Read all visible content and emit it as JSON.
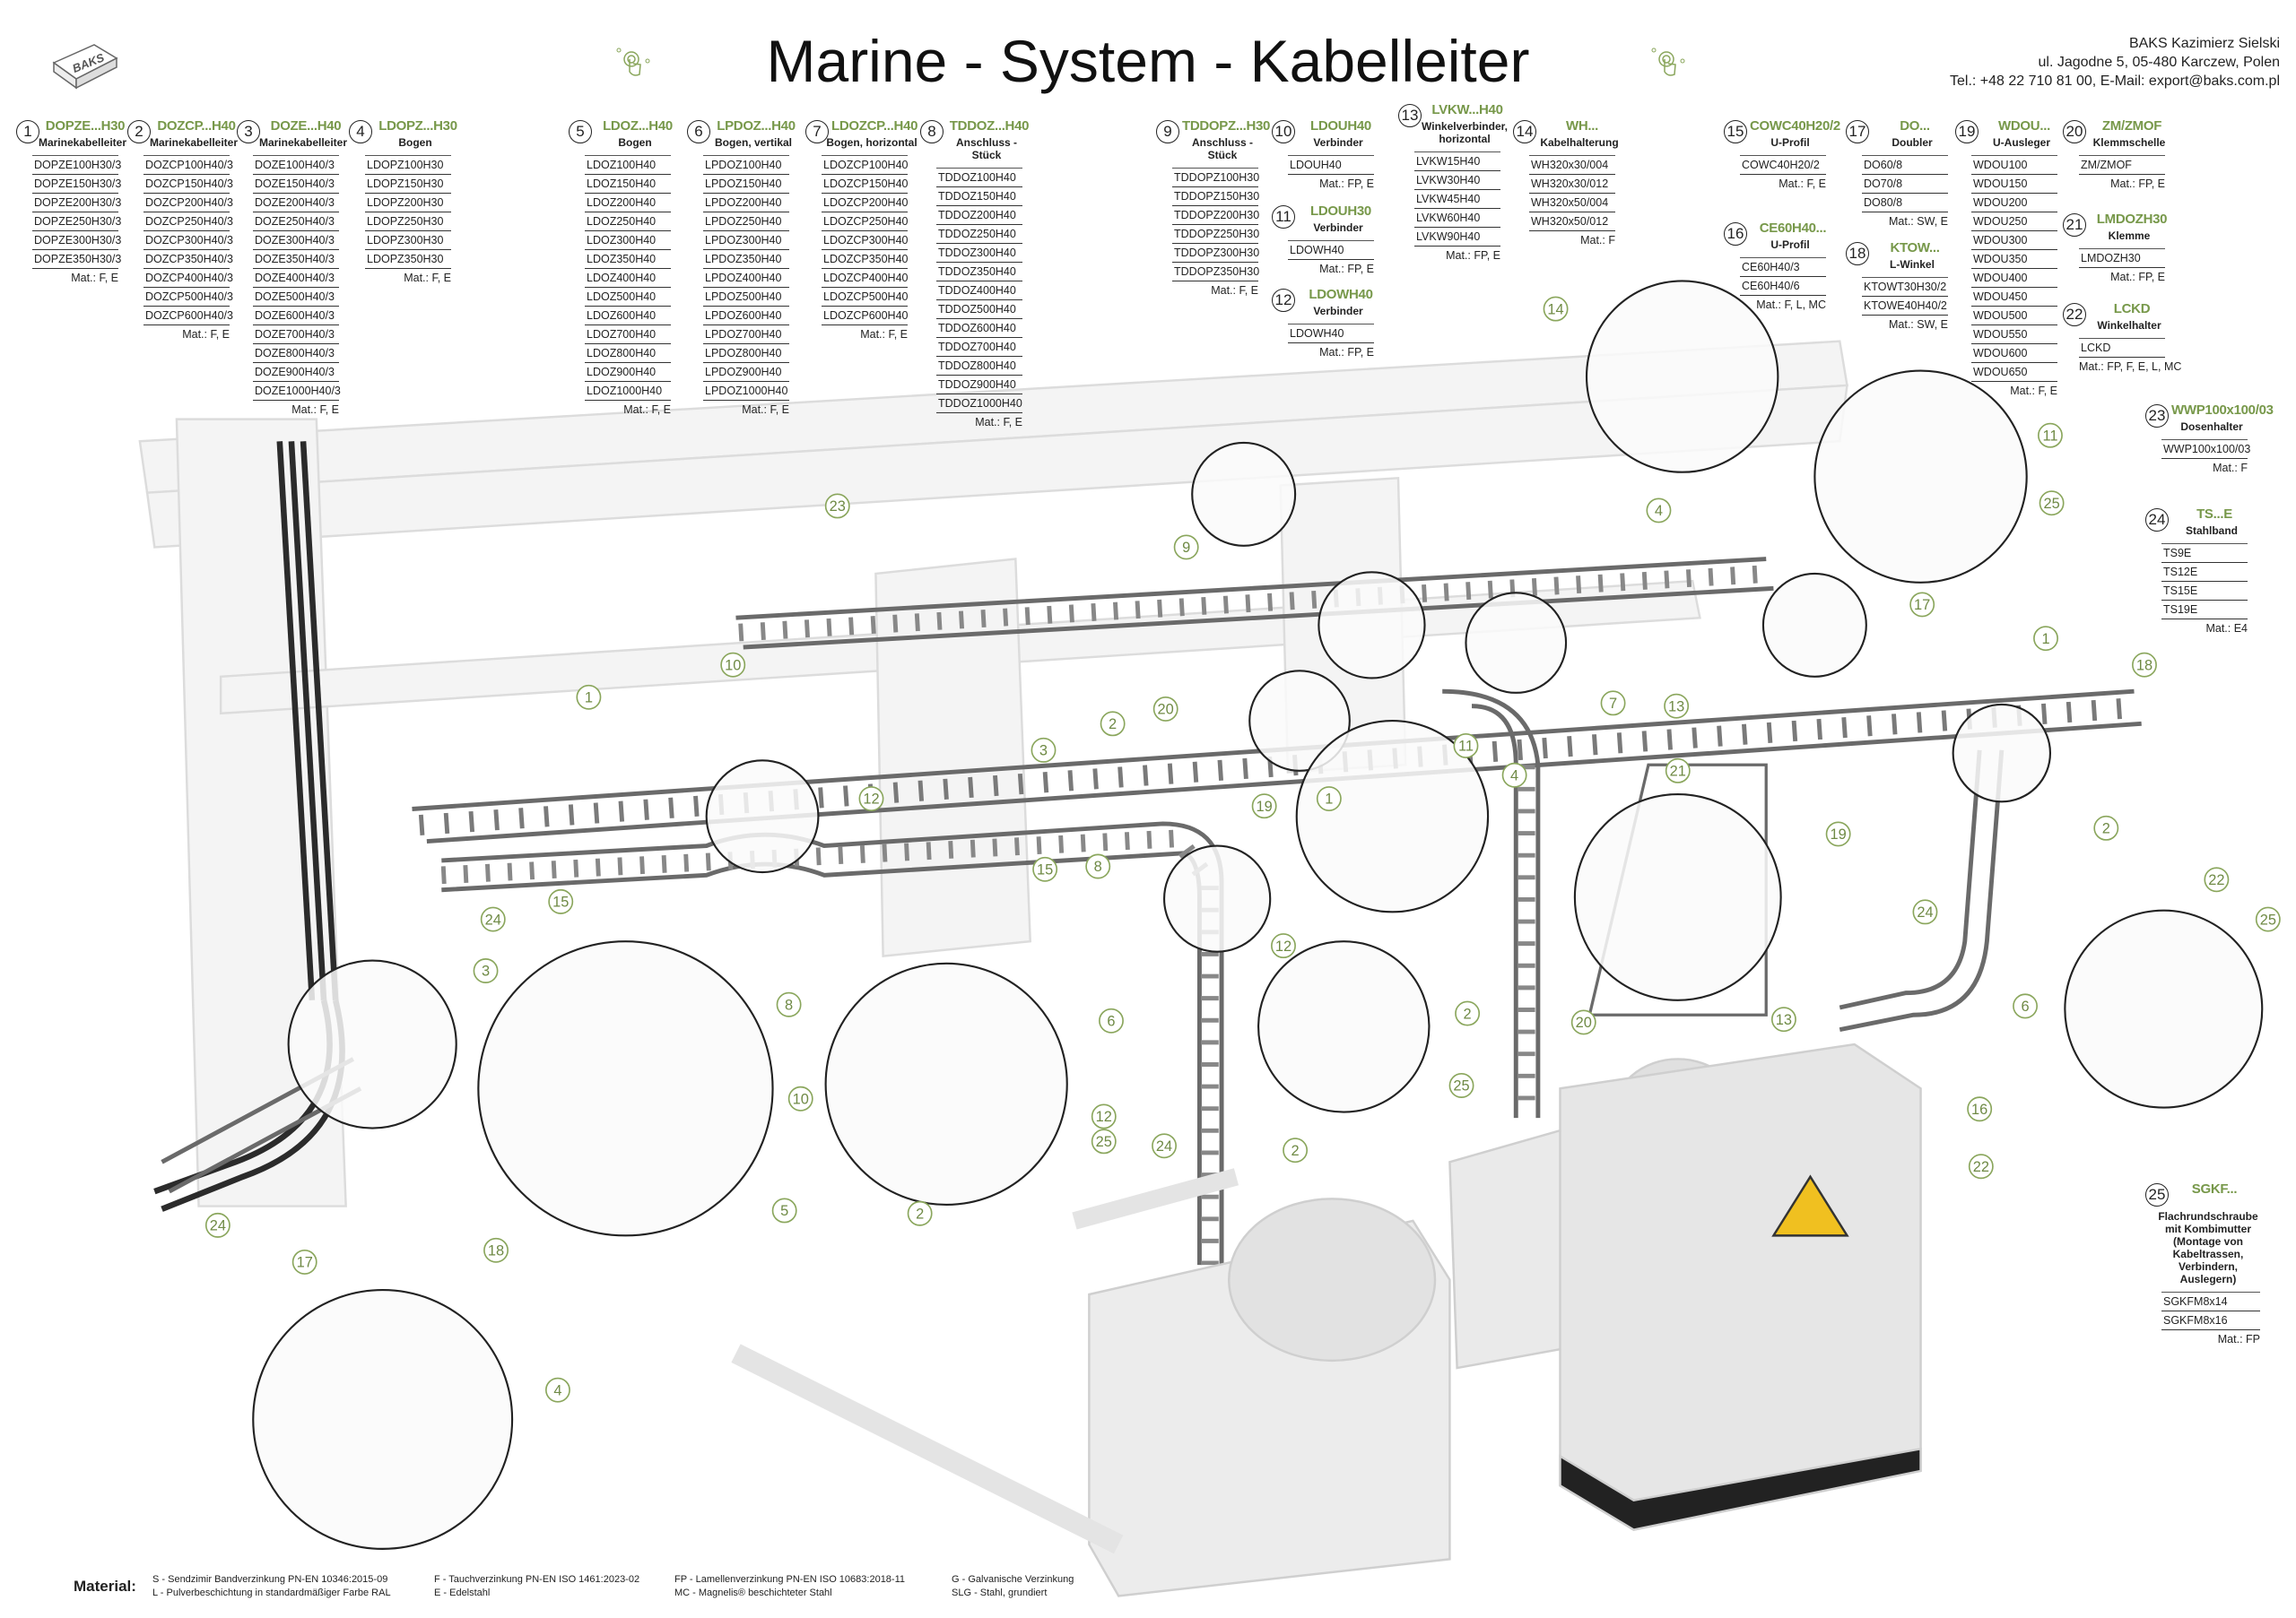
{
  "header": {
    "title": "Marine - System - Kabelleiter",
    "logo_text": "BAKS",
    "company_name": "BAKS Kazimierz Sielski",
    "company_address": "ul. Jagodne 5, 05-480 Karczew, Polen",
    "company_contact": "Tel.: +48 22 710 81 00, E-Mail: export@baks.com.pl",
    "accent_color": "#77984a"
  },
  "groups": [
    {
      "num": "1",
      "code": "DOPZE...H30",
      "desc": "Marinekabelleiter",
      "items": [
        "DOPZE100H30/3",
        "DOPZE150H30/3",
        "DOPZE200H30/3",
        "DOPZE250H30/3",
        "DOPZE300H30/3",
        "DOPZE350H30/3"
      ],
      "mat": "Mat.: F, E"
    },
    {
      "num": "2",
      "code": "DOZCP...H40",
      "desc": "Marinekabelleiter",
      "items": [
        "DOZCP100H40/3",
        "DOZCP150H40/3",
        "DOZCP200H40/3",
        "DOZCP250H40/3",
        "DOZCP300H40/3",
        "DOZCP350H40/3",
        "DOZCP400H40/3",
        "DOZCP500H40/3",
        "DOZCP600H40/3"
      ],
      "mat": "Mat.: F, E"
    },
    {
      "num": "3",
      "code": "DOZE...H40",
      "desc": "Marinekabelleiter",
      "items": [
        "DOZE100H40/3",
        "DOZE150H40/3",
        "DOZE200H40/3",
        "DOZE250H40/3",
        "DOZE300H40/3",
        "DOZE350H40/3",
        "DOZE400H40/3",
        "DOZE500H40/3",
        "DOZE600H40/3",
        "DOZE700H40/3",
        "DOZE800H40/3",
        "DOZE900H40/3",
        "DOZE1000H40/3"
      ],
      "mat": "Mat.: F, E"
    },
    {
      "num": "4",
      "code": "LDOPZ...H30",
      "desc": "Bogen",
      "items": [
        "LDOPZ100H30",
        "LDOPZ150H30",
        "LDOPZ200H30",
        "LDOPZ250H30",
        "LDOPZ300H30",
        "LDOPZ350H30"
      ],
      "mat": "Mat.: F, E"
    },
    {
      "num": "5",
      "code": "LDOZ...H40",
      "desc": "Bogen",
      "items": [
        "LDOZ100H40",
        "LDOZ150H40",
        "LDOZ200H40",
        "LDOZ250H40",
        "LDOZ300H40",
        "LDOZ350H40",
        "LDOZ400H40",
        "LDOZ500H40",
        "LDOZ600H40",
        "LDOZ700H40",
        "LDOZ800H40",
        "LDOZ900H40",
        "LDOZ1000H40"
      ],
      "mat": "Mat.: F, E"
    },
    {
      "num": "6",
      "code": "LPDOZ...H40",
      "desc": "Bogen, vertikal",
      "items": [
        "LPDOZ100H40",
        "LPDOZ150H40",
        "LPDOZ200H40",
        "LPDOZ250H40",
        "LPDOZ300H40",
        "LPDOZ350H40",
        "LPDOZ400H40",
        "LPDOZ500H40",
        "LPDOZ600H40",
        "LPDOZ700H40",
        "LPDOZ800H40",
        "LPDOZ900H40",
        "LPDOZ1000H40"
      ],
      "mat": "Mat.: F, E"
    },
    {
      "num": "7",
      "code": "LDOZCP...H40",
      "desc": "Bogen, horizontal",
      "items": [
        "LDOZCP100H40",
        "LDOZCP150H40",
        "LDOZCP200H40",
        "LDOZCP250H40",
        "LDOZCP300H40",
        "LDOZCP350H40",
        "LDOZCP400H40",
        "LDOZCP500H40",
        "LDOZCP600H40"
      ],
      "mat": "Mat.: F, E"
    },
    {
      "num": "8",
      "code": "TDDOZ...H40",
      "desc": "Anschluss - Stück",
      "items": [
        "TDDOZ100H40",
        "TDDOZ150H40",
        "TDDOZ200H40",
        "TDDOZ250H40",
        "TDDOZ300H40",
        "TDDOZ350H40",
        "TDDOZ400H40",
        "TDDOZ500H40",
        "TDDOZ600H40",
        "TDDOZ700H40",
        "TDDOZ800H40",
        "TDDOZ900H40",
        "TDDOZ1000H40"
      ],
      "mat": "Mat.: F, E"
    },
    {
      "num": "9",
      "code": "TDDOPZ...H30",
      "desc": "Anschluss - Stück",
      "items": [
        "TDDOPZ100H30",
        "TDDOPZ150H30",
        "TDDOPZ200H30",
        "TDDOPZ250H30",
        "TDDOPZ300H30",
        "TDDOPZ350H30"
      ],
      "mat": "Mat.: F, E"
    },
    {
      "num": "10",
      "code": "LDOUH40",
      "desc": "Verbinder",
      "items": [
        "LDOUH40"
      ],
      "mat": "Mat.: FP, E"
    },
    {
      "num": "11",
      "code": "LDOUH30",
      "desc": "Verbinder",
      "items": [
        "LDOWH40"
      ],
      "mat": "Mat.: FP, E"
    },
    {
      "num": "12",
      "code": "LDOWH40",
      "desc": "Verbinder",
      "items": [
        "LDOWH40"
      ],
      "mat": "Mat.: FP, E"
    },
    {
      "num": "13",
      "code": "LVKW...H40",
      "desc": "Winkelverbinder, horizontal",
      "items": [
        "LVKW15H40",
        "LVKW30H40",
        "LVKW45H40",
        "LVKW60H40",
        "LVKW90H40"
      ],
      "mat": "Mat.: FP, E"
    },
    {
      "num": "14",
      "code": "WH...",
      "desc": "Kabelhalterung",
      "items": [
        "WH320x30/004",
        "WH320x30/012",
        "WH320x50/004",
        "WH320x50/012"
      ],
      "mat": "Mat.: F"
    },
    {
      "num": "15",
      "code": "COWC40H20/2",
      "desc": "U-Profil",
      "items": [
        "COWC40H20/2"
      ],
      "mat": "Mat.: F, E"
    },
    {
      "num": "16",
      "code": "CE60H40...",
      "desc": "U-Profil",
      "items": [
        "CE60H40/3",
        "CE60H40/6"
      ],
      "mat": "Mat.: F, L, MC"
    },
    {
      "num": "17",
      "code": "DO...",
      "desc": "Doubler",
      "items": [
        "DO60/8",
        "DO70/8",
        "DO80/8"
      ],
      "mat": "Mat.: SW, E"
    },
    {
      "num": "18",
      "code": "KTOW...",
      "desc": "L-Winkel",
      "items": [
        "KTOWT30H30/2",
        "KTOWE40H40/2"
      ],
      "mat": "Mat.: SW, E"
    },
    {
      "num": "19",
      "code": "WDOU...",
      "desc": "U-Ausleger",
      "items": [
        "WDOU100",
        "WDOU150",
        "WDOU200",
        "WDOU250",
        "WDOU300",
        "WDOU350",
        "WDOU400",
        "WDOU450",
        "WDOU500",
        "WDOU550",
        "WDOU600",
        "WDOU650"
      ],
      "mat": "Mat.: F, E"
    },
    {
      "num": "20",
      "code": "ZM/ZMOF",
      "desc": "Klemmschelle",
      "items": [
        "ZM/ZMOF"
      ],
      "mat": "Mat.: FP, E"
    },
    {
      "num": "21",
      "code": "LMDOZH30",
      "desc": "Klemme",
      "items": [
        "LMDOZH30"
      ],
      "mat": "Mat.: FP, E"
    },
    {
      "num": "22",
      "code": "LCKD",
      "desc": "Winkelhalter",
      "items": [
        "LCKD"
      ],
      "mat": "Mat.: FP, F, E, L, MC"
    },
    {
      "num": "23",
      "code": "WWP100x100/03",
      "desc": "Dosenhalter",
      "items": [
        "WWP100x100/03"
      ],
      "mat": "Mat.: F"
    },
    {
      "num": "24",
      "code": "TS...E",
      "desc": "Stahlband",
      "items": [
        "TS9E",
        "TS12E",
        "TS15E",
        "TS19E"
      ],
      "mat": "Mat.: E4"
    },
    {
      "num": "25",
      "code": "SGKF...",
      "desc": "Flachrundschraube mit Kombimutter (Montage von Kabeltrassen, Verbindern, Auslegern)",
      "items": [
        "SGKFM8x14",
        "SGKFM8x16"
      ],
      "mat": "Mat.: FP"
    }
  ],
  "callouts": [
    "23",
    "9",
    "14",
    "4",
    "11",
    "25",
    "17",
    "1",
    "18",
    "10",
    "1",
    "3",
    "2",
    "20",
    "19",
    "7",
    "13",
    "11",
    "4",
    "1",
    "21",
    "19",
    "12",
    "15",
    "8",
    "15",
    "24",
    "2",
    "22",
    "25",
    "24",
    "6",
    "3",
    "8",
    "10",
    "5",
    "6",
    "12",
    "25",
    "2",
    "12",
    "2",
    "20",
    "25",
    "24",
    "2",
    "13",
    "16",
    "22",
    "24",
    "17",
    "18",
    "4"
  ],
  "legend": {
    "title": "Material:",
    "entries": [
      [
        "S - Sendzimir Bandverzinkung PN-EN 10346:2015-09",
        "L - Pulverbeschichtung in standardmäßiger Farbe RAL"
      ],
      [
        "F - Tauchverzinkung PN-EN ISO 1461:2023-02",
        "E - Edelstahl"
      ],
      [
        "FP - Lamellenverzinkung PN-EN ISO 10683:2018-11",
        "MC - Magnelis® beschichteter Stahl"
      ],
      [
        "G - Galvanische Verzinkung",
        "SLG - Stahl, grundiert"
      ]
    ]
  }
}
